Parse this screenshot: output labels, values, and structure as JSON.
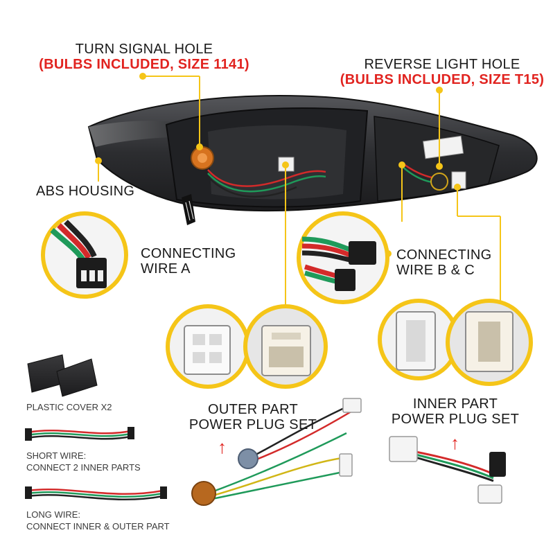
{
  "labels": {
    "turn_signal_title": "TURN SIGNAL HOLE",
    "turn_signal_note": "(BULBS INCLUDED, SIZE 1141)",
    "reverse_title": "REVERSE LIGHT HOLE",
    "reverse_note": "(BULBS INCLUDED, SIZE T15)",
    "abs_housing": "ABS HOUSING",
    "wire_a_line1": "CONNECTING",
    "wire_a_line2": "WIRE A",
    "wire_bc_line1": "CONNECTING",
    "wire_bc_line2": "WIRE B & C",
    "outer_line1": "OUTER PART",
    "outer_line2": "POWER PLUG SET",
    "inner_line1": "INNER PART",
    "inner_line2": "POWER PLUG SET",
    "plastic_cover": "PLASTIC COVER X2",
    "short_wire_line1": "SHORT WIRE:",
    "short_wire_line2": "CONNECT 2 INNER PARTS",
    "long_wire_line1": "LONG WIRE:",
    "long_wire_line2": "CONNECT INNER & OUTER PART"
  },
  "icons": {
    "up_arrow": "↑"
  },
  "colors": {
    "accent_yellow": "#f5c518",
    "note_red": "#e1231f",
    "wire_red": "#d32a2a",
    "wire_green": "#1f9a5a",
    "housing_dark": "#2a2a2c"
  }
}
